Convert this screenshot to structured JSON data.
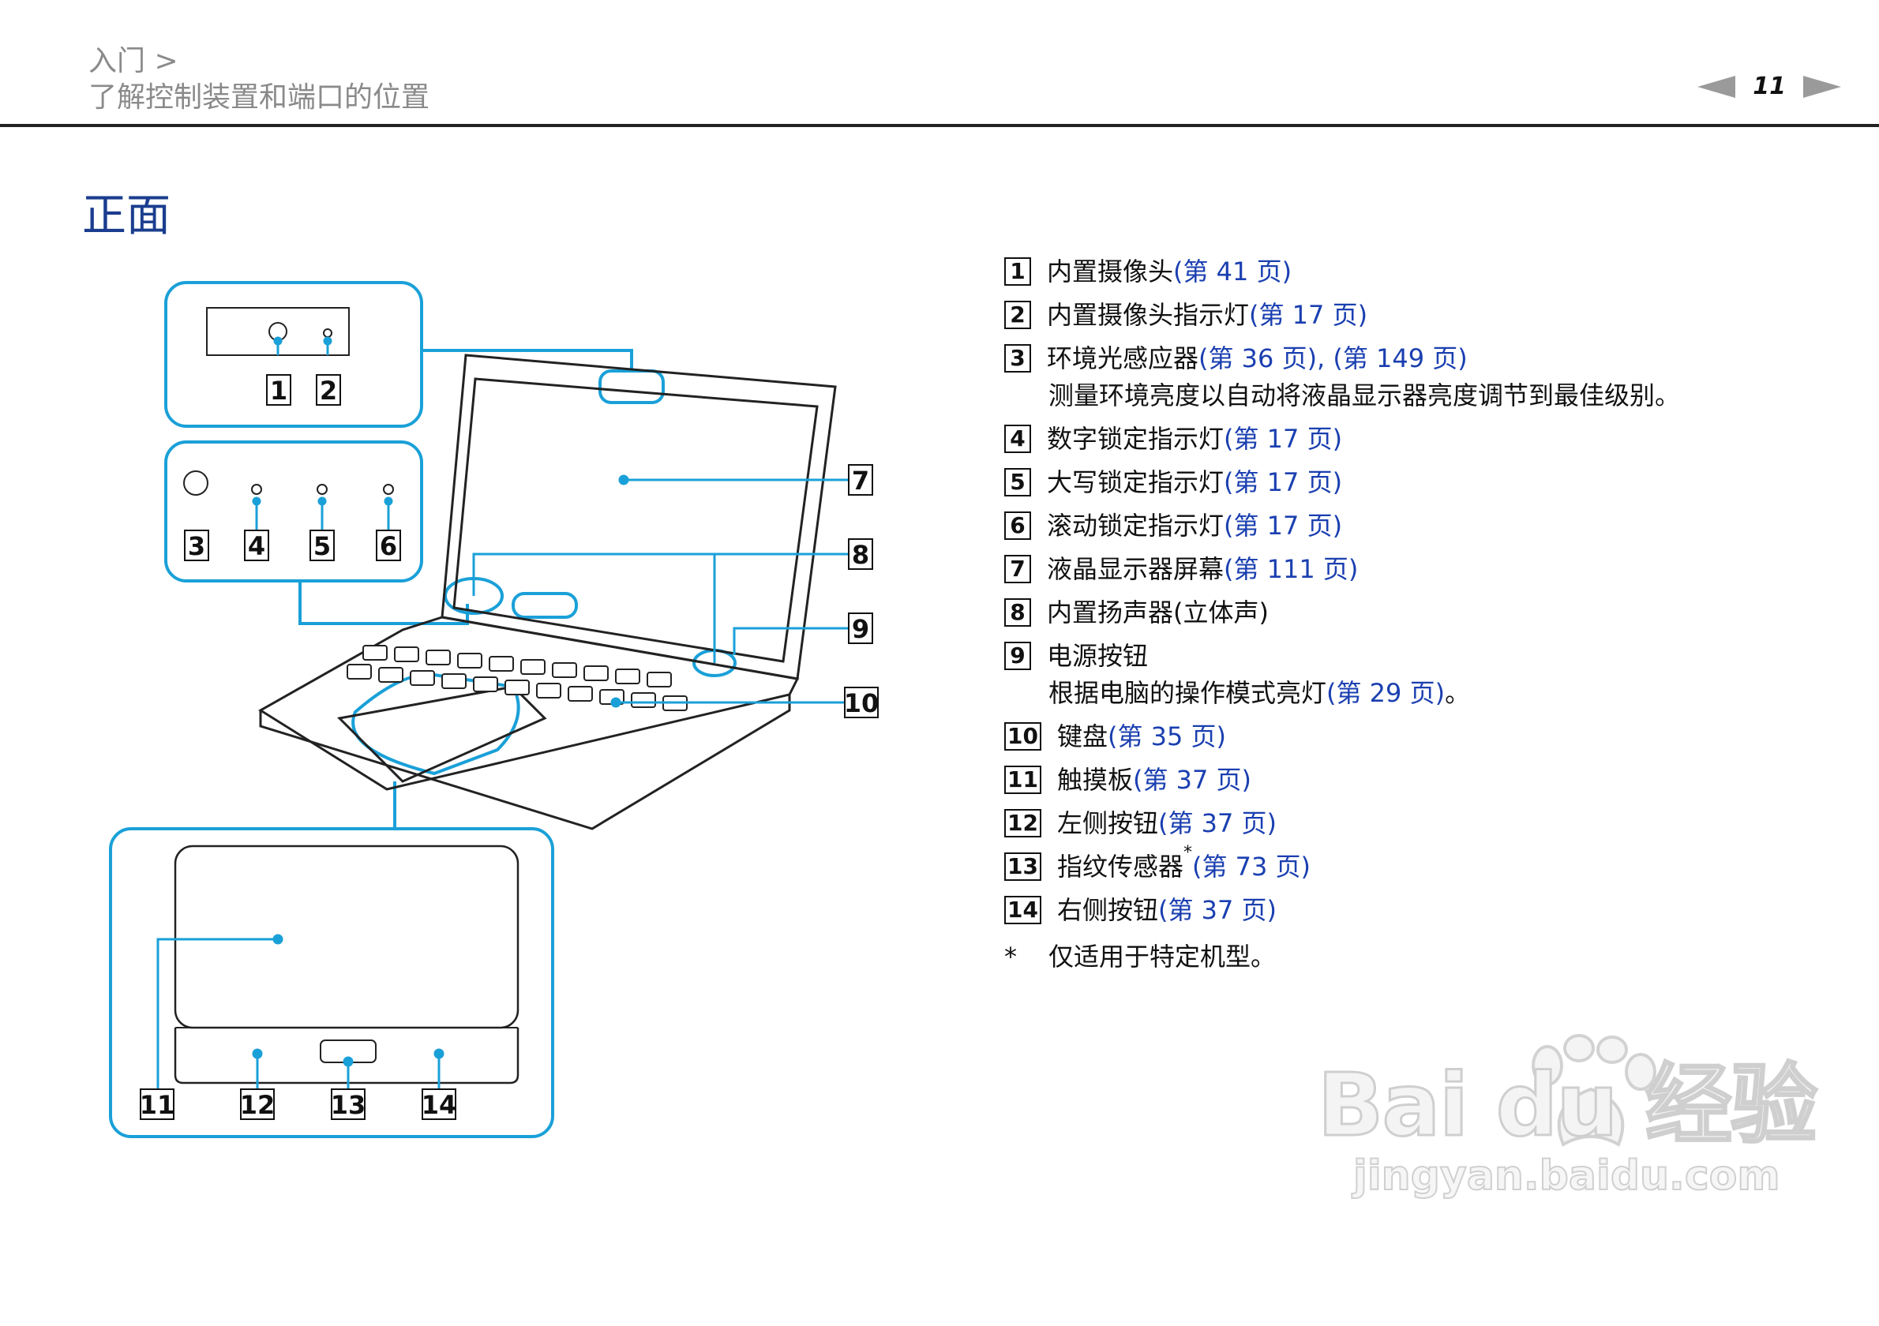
{
  "header": {
    "breadcrumb": "入门 >",
    "section": "了解控制装置和端口的位置",
    "page_number": "11"
  },
  "title": "正面",
  "callouts": [
    "1",
    "2",
    "3",
    "4",
    "5",
    "6",
    "7",
    "8",
    "9",
    "10",
    "11",
    "12",
    "13",
    "14"
  ],
  "items": [
    {
      "num": "1",
      "text": "内置摄像头",
      "ref": "(第 41 页)"
    },
    {
      "num": "2",
      "text": "内置摄像头指示灯",
      "ref": "(第 17 页)"
    },
    {
      "num": "3",
      "text": "环境光感应器",
      "ref": "(第 36 页), (第 149 页)",
      "sub": "测量环境亮度以自动将液晶显示器亮度调节到最佳级别。"
    },
    {
      "num": "4",
      "text": "数字锁定指示灯",
      "ref": "(第 17 页)"
    },
    {
      "num": "5",
      "text": "大写锁定指示灯",
      "ref": "(第 17 页)"
    },
    {
      "num": "6",
      "text": "滚动锁定指示灯",
      "ref": "(第 17 页)"
    },
    {
      "num": "7",
      "text": "液晶显示器屏幕",
      "ref": "(第 111 页)"
    },
    {
      "num": "8",
      "text": "内置扬声器(立体声)",
      "ref": ""
    },
    {
      "num": "9",
      "text": "电源按钮",
      "ref": "",
      "sub_text": "根据电脑的操作模式亮灯",
      "sub_ref": "(第 29 页)",
      "sub_end": "。"
    },
    {
      "num": "10",
      "text": "键盘",
      "ref": "(第 35 页)"
    },
    {
      "num": "11",
      "text": "触摸板",
      "ref": "(第 37 页)"
    },
    {
      "num": "12",
      "text": "左侧按钮",
      "ref": "(第 37 页)"
    },
    {
      "num": "13",
      "text": "指纹传感器",
      "ref": "(第 73 页)",
      "star": "*"
    },
    {
      "num": "14",
      "text": "右侧按钮",
      "ref": "(第 37 页)"
    }
  ],
  "footnote": {
    "mark": "*",
    "text": "仅适用于特定机型。"
  },
  "watermark": {
    "brand": "Bai du 经验",
    "url": "jingyan.baidu.com"
  },
  "colors": {
    "callout_frame": "#1aa0d8",
    "link": "#1a3fb0",
    "title": "#1a3d8f"
  }
}
